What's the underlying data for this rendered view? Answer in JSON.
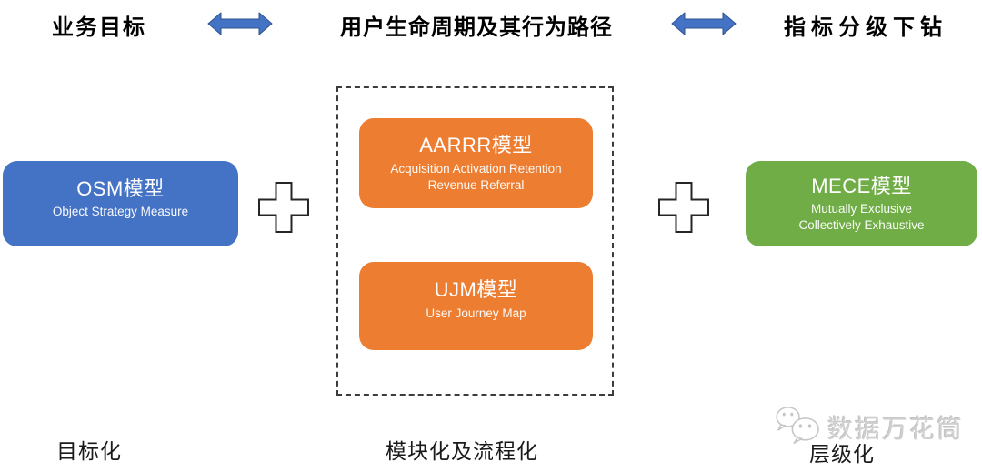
{
  "header": {
    "left_label": "业务目标",
    "center_label": "用户生命周期及其行为路径",
    "right_label": "指标分级下钻"
  },
  "boxes": {
    "osm": {
      "title": "OSM模型",
      "subtitle": "Object Strategy Measure"
    },
    "aarrr": {
      "title": "AARRR模型",
      "subtitle_line1": "Acquisition Activation Retention",
      "subtitle_line2": "Revenue Referral"
    },
    "ujm": {
      "title": "UJM模型",
      "subtitle": "User Journey Map"
    },
    "mece": {
      "title": "MECE模型",
      "subtitle_line1": "Mutually Exclusive",
      "subtitle_line2": "Collectively Exhaustive"
    }
  },
  "footer": {
    "left_label": "目标化",
    "center_label": "模块化及流程化",
    "right_label": "层级化"
  },
  "watermark": {
    "text": "数据万花筒"
  },
  "icons": {
    "header_arrows": "double-arrow-icon",
    "combine_operator": "plus-icon",
    "watermark_logo": "wechat-chat-bubbles-icon"
  },
  "colors": {
    "osm_blue": "#4472C4",
    "aarrr_orange": "#ED7D31",
    "mece_green": "#70AD47",
    "arrow_fill": "#4472C4",
    "arrow_border": "#2F528F",
    "dashed_border": "#3c3c3c",
    "watermark_gray": "#d0d0d0"
  }
}
